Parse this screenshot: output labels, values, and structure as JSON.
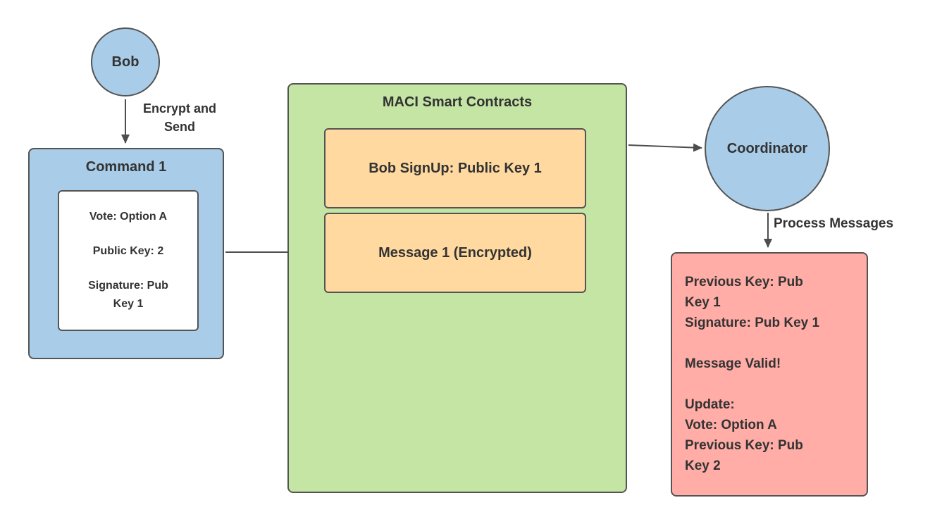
{
  "diagram": {
    "bob": {
      "label": "Bob"
    },
    "command_box": {
      "title": "Command 1",
      "fields": [
        "Vote: Option A",
        "Public Key: 2",
        "Signature: Pub Key 1"
      ]
    },
    "maci_box": {
      "title": "MACI Smart Contracts",
      "items": [
        "Bob SignUp: Public Key 1",
        "Message 1 (Encrypted)"
      ]
    },
    "coordinator": {
      "label": "Coordinator"
    },
    "result_box": {
      "lines": [
        "Previous Key: Pub Key 1",
        "Signature: Pub Key 1",
        "Message Valid!",
        "Update:",
        "Vote: Option A",
        "Previous Key: Pub Key 2"
      ]
    },
    "arrows": {
      "encrypt_send_label": "Encrypt and Send",
      "process_messages_label": "Process Messages"
    },
    "colors": {
      "node_blue": "#A9CDE9",
      "container_green": "#C5E5A5",
      "item_orange": "#FFD9A0",
      "result_red": "#FFADA6",
      "stroke": "#545454",
      "arrow": "#4D4D4D",
      "text": "#333333"
    }
  }
}
